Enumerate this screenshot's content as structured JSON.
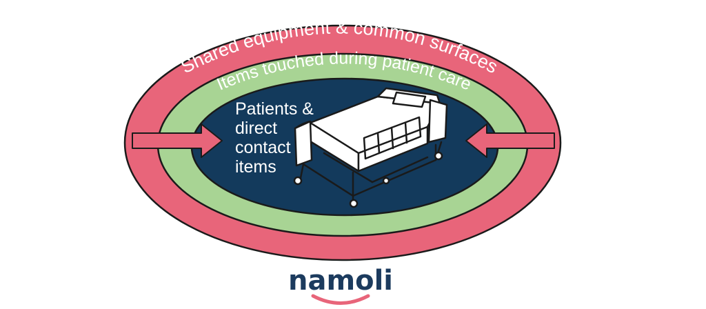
{
  "diagram": {
    "outer_ring": {
      "label": "Shared equipment & common surfaces",
      "color": "#e8657a"
    },
    "middle_ring": {
      "label": "Items touched during patient care",
      "color": "#a8d494"
    },
    "core": {
      "lines": [
        "Patients &",
        "direct",
        "contact",
        "items"
      ],
      "color": "#133a5c"
    },
    "bed_icon": "hospital-bed-icon",
    "arrow_left_icon": "arrow-right-icon",
    "arrow_right_icon": "arrow-left-icon",
    "outline_color": "#1a1a1a"
  },
  "brand": {
    "name": "namoli",
    "text_color": "#1c3b5e",
    "smile_color": "#e8657a"
  }
}
